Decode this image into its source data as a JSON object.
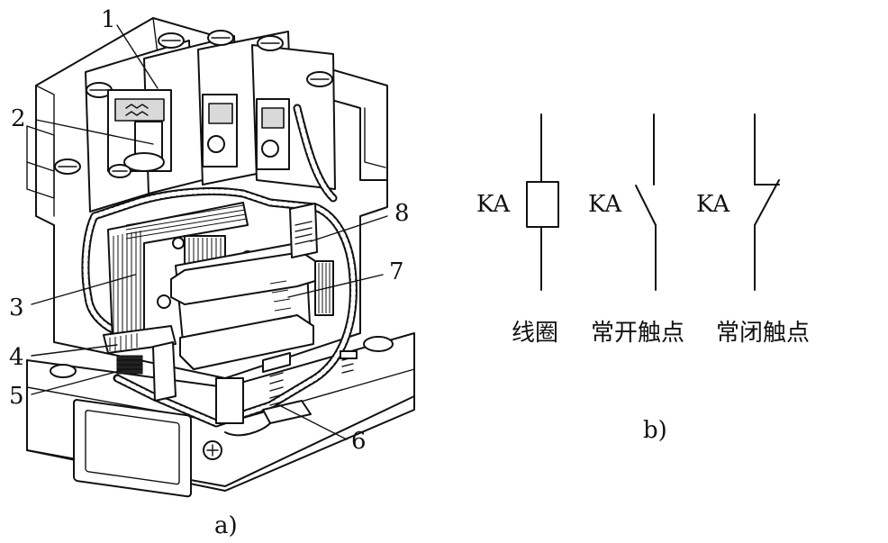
{
  "figure_a": {
    "caption": "a)",
    "part_labels": [
      "1",
      "2",
      "3",
      "4",
      "5",
      "6",
      "7",
      "8"
    ]
  },
  "figure_b": {
    "caption": "b)",
    "symbol_label": "KA",
    "captions": {
      "coil": "线圈",
      "no_contact": "常开触点",
      "nc_contact": "常闭触点"
    }
  }
}
